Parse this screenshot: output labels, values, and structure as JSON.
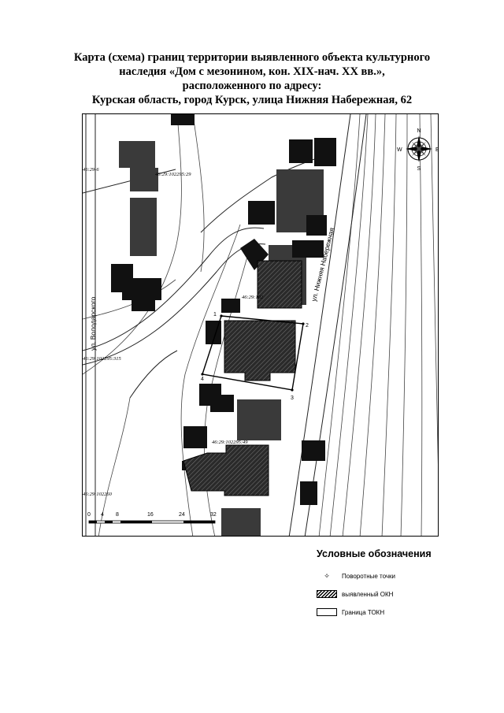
{
  "title": {
    "line1": "Карта (схема) границ территории выявленного объекта культурного",
    "line2": "наследия «Дом с мезонином, кон. XIX-нач. XX вв.»,",
    "line3": "расположенного по адресу:",
    "line4": "Курская область, город Курск, улица Нижняя Набережная, 62"
  },
  "map": {
    "street_labels": {
      "nizhnyaya": "ул. Нижняя Набережная",
      "volodarskogo": "ул. Володарского"
    },
    "cadastral_labels": [
      "46:29:102295:29",
      "46:29:102",
      "46:29:102295:315",
      "46:29:102295:49",
      "46:29:102260",
      "46:29-6"
    ],
    "turning_points": [
      "1",
      "2",
      "3",
      "4"
    ],
    "scale_labels": [
      "0",
      "4",
      "8",
      "16",
      "24",
      "32"
    ],
    "compass": {
      "n": "N",
      "s": "S",
      "w": "W",
      "e": "E"
    }
  },
  "legend": {
    "title": "Условные обозначения",
    "items": [
      {
        "symbol": "point-icon",
        "label": "Поворотные точки"
      },
      {
        "symbol": "hatch",
        "label": "выявленный ОКН"
      },
      {
        "symbol": "outline",
        "label": "Граница ТОКН"
      }
    ]
  }
}
